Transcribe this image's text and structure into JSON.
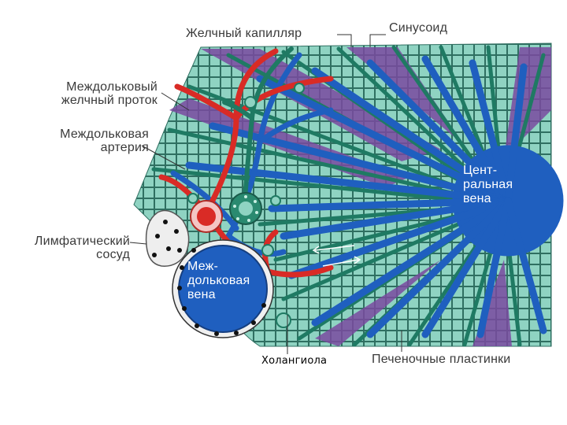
{
  "labels": {
    "bile_capillary": "Желчный капилляр",
    "sinusoid": "Синусоид",
    "interlobular_bile_duct": [
      "Междольковый",
      "желчный проток"
    ],
    "interlobular_artery": [
      "Междольковая",
      "артерия"
    ],
    "central_vein": [
      "Цент-",
      "ральная",
      "вена"
    ],
    "lymphatic_vessel": [
      "Лимфатический",
      "сосуд"
    ],
    "interlobular_vein": [
      "Меж-",
      "дольковая",
      "вена"
    ],
    "cholangiole": "Холангиола",
    "hepatic_plates": "Печеночные пластинки"
  },
  "colors": {
    "hepatocyte": "#8fd3c2",
    "hepatocyte_border": "#2f6f61",
    "bile_channel": "#1f7a63",
    "vein": "#1f5fbf",
    "artery": "#d92b26",
    "sinusoid_purple": "#7a4aa0",
    "lymph": "#eeeeee"
  }
}
